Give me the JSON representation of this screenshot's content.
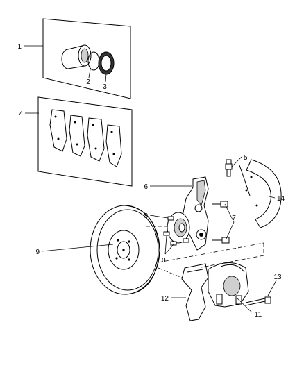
{
  "callouts": [
    {
      "id": "1",
      "text": "1"
    },
    {
      "id": "2",
      "text": "2"
    },
    {
      "id": "3",
      "text": "3"
    },
    {
      "id": "4",
      "text": "4"
    },
    {
      "id": "5",
      "text": "5"
    },
    {
      "id": "6",
      "text": "6"
    },
    {
      "id": "7",
      "text": "7"
    },
    {
      "id": "8",
      "text": "8"
    },
    {
      "id": "9",
      "text": "9"
    },
    {
      "id": "10",
      "text": "10"
    },
    {
      "id": "11",
      "text": "11"
    },
    {
      "id": "12",
      "text": "12"
    },
    {
      "id": "13",
      "text": "13"
    },
    {
      "id": "14",
      "text": "14"
    }
  ]
}
